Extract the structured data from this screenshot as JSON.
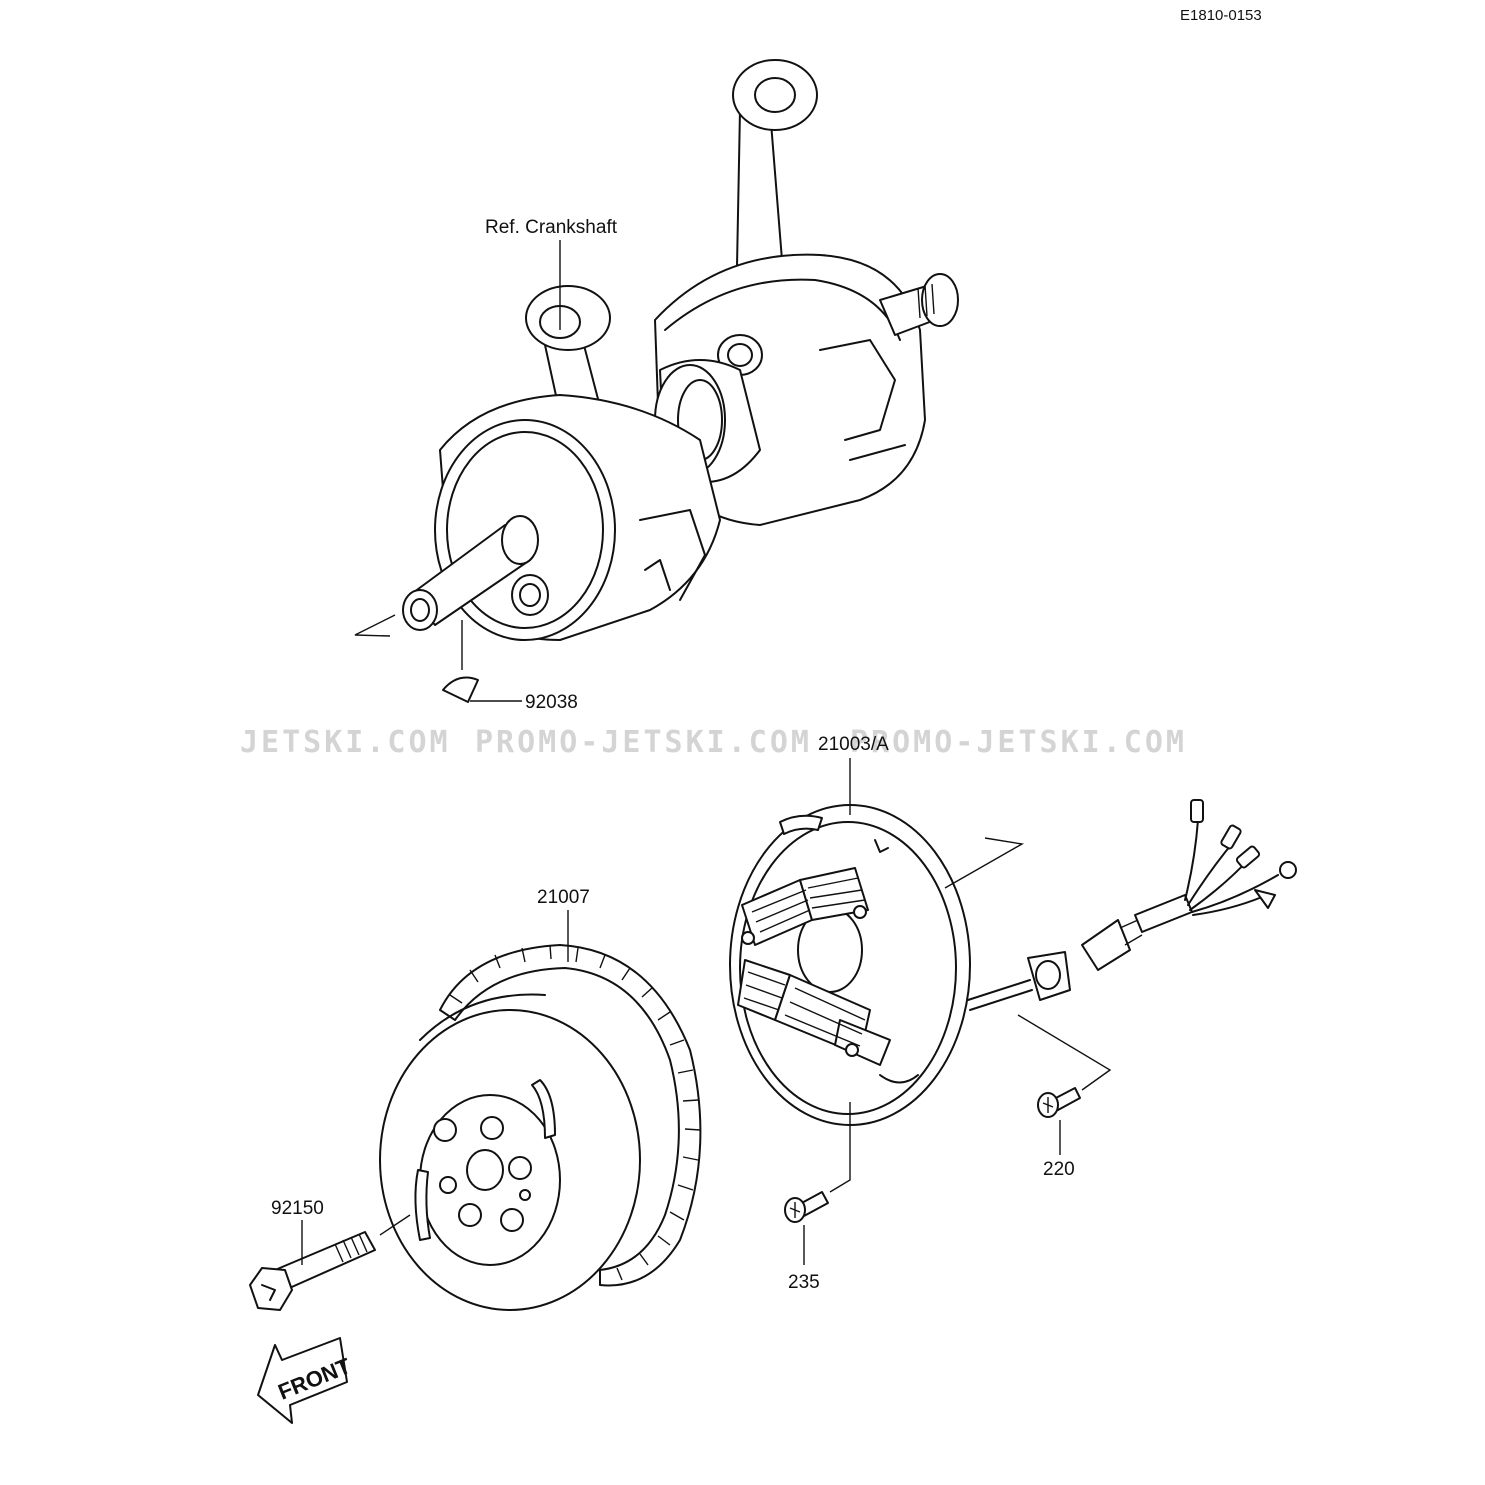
{
  "diagram": {
    "drawing_code": "E1810-0153",
    "watermark": [
      "JETSKI.COM",
      "PROMO-JETSKI.COM",
      "PROMO-JETSKI.COM"
    ],
    "front_arrow_label": "FRONT",
    "parts": [
      {
        "id": "ref-crankshaft",
        "label": "Ref. Crankshaft"
      },
      {
        "id": "key",
        "label": "92038"
      },
      {
        "id": "stator",
        "label": "21003/A"
      },
      {
        "id": "flywheel",
        "label": "21007"
      },
      {
        "id": "flywheel-bolt",
        "label": "92150"
      },
      {
        "id": "screw-220",
        "label": "220"
      },
      {
        "id": "screw-235",
        "label": "235"
      }
    ]
  }
}
